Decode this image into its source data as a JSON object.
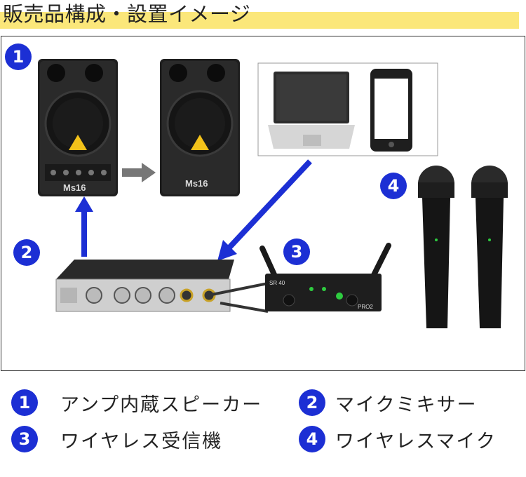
{
  "heading": {
    "title": "販売品構成・設置イメージ"
  },
  "colors": {
    "badge": "#1c2fd4",
    "arrow": "#1c2fd4",
    "highlight": "#fbe77a"
  },
  "badges": [
    "1",
    "2",
    "3",
    "4"
  ],
  "devices": {
    "speaker_model": "Ms16",
    "receiver_model": "SR 40",
    "receiver_badge": "PRO2"
  },
  "legend": [
    {
      "number": "1",
      "label": "アンプ内蔵スピーカー"
    },
    {
      "number": "2",
      "label": "マイクミキサー"
    },
    {
      "number": "3",
      "label": "ワイヤレス受信機"
    },
    {
      "number": "4",
      "label": "ワイヤレスマイク"
    }
  ]
}
